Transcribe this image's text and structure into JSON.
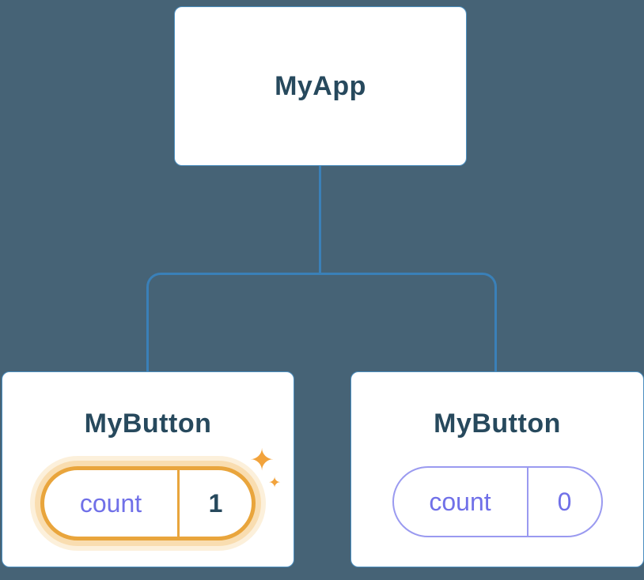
{
  "diagram": {
    "root": {
      "label": "MyApp"
    },
    "children": [
      {
        "label": "MyButton",
        "state": {
          "key": "count",
          "value": "1"
        },
        "highlighted": true
      },
      {
        "label": "MyButton",
        "state": {
          "key": "count",
          "value": "0"
        },
        "highlighted": false
      }
    ]
  },
  "icons": {
    "sparkle": "✦"
  },
  "colors": {
    "background": "#466376",
    "node_bg": "#ffffff",
    "node_border": "#4c8fc0",
    "connector": "#3a80b8",
    "label_text": "#27495d",
    "state_key_text": "#7070e8",
    "state_value_highlight_text": "#27495d",
    "pill_highlight_border": "#e9a53c",
    "pill_highlight_glow": "#f9ddb0",
    "pill_border": "#9a9af0",
    "sparkle": "#f2a33c"
  }
}
